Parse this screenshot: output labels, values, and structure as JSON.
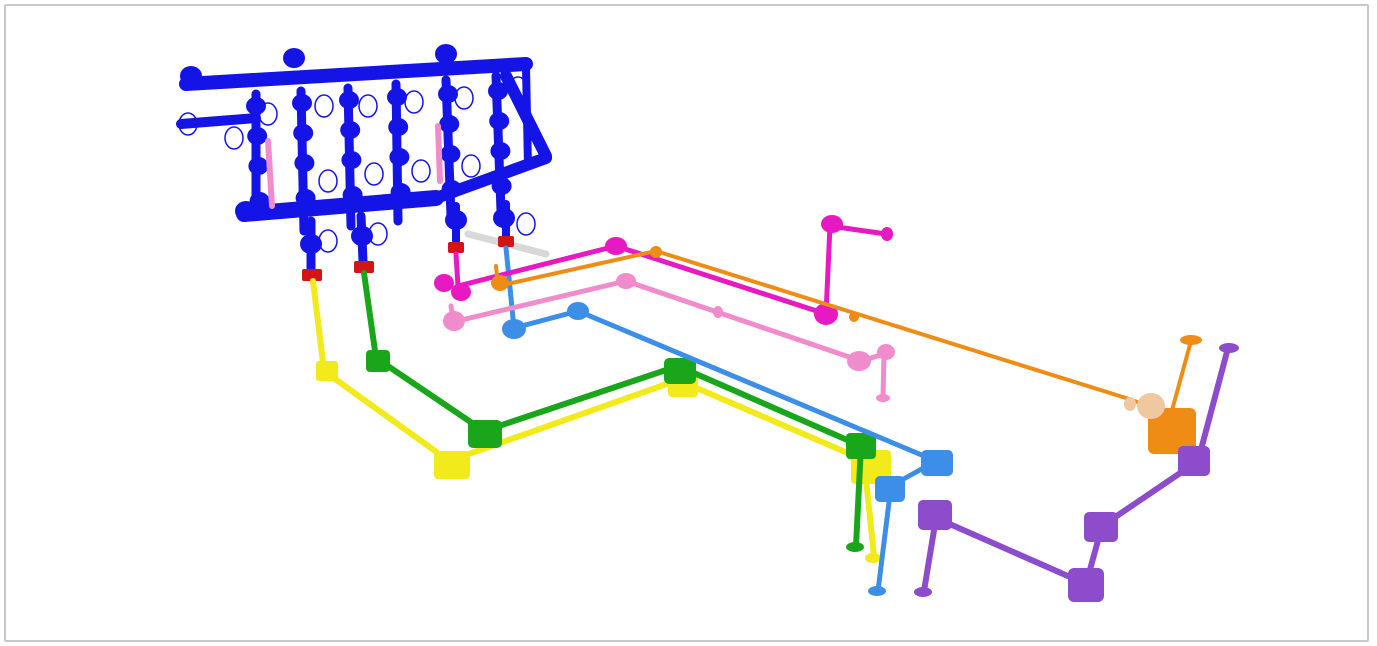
{
  "figure": {
    "kind": "3d-isometric-piping-layout",
    "colors": {
      "manifold": "#1414e6",
      "flange": "#d41414",
      "yellow": "#f2ea1a",
      "green": "#1aa61a",
      "magenta": "#e619c2",
      "pink": "#f08ccc",
      "orange": "#ee8c16",
      "light_blue": "#3c8ee6",
      "purple": "#8c4ccc",
      "accent_beige": "#f0c8a0",
      "frame_border": "#c9c9c9"
    },
    "pipe_lines": [
      {
        "id": "yellow",
        "color_key": "yellow"
      },
      {
        "id": "green",
        "color_key": "green"
      },
      {
        "id": "magenta",
        "color_key": "magenta"
      },
      {
        "id": "pink",
        "color_key": "pink"
      },
      {
        "id": "orange",
        "color_key": "orange"
      },
      {
        "id": "light-blue",
        "color_key": "light_blue"
      },
      {
        "id": "purple",
        "color_key": "purple"
      }
    ]
  }
}
